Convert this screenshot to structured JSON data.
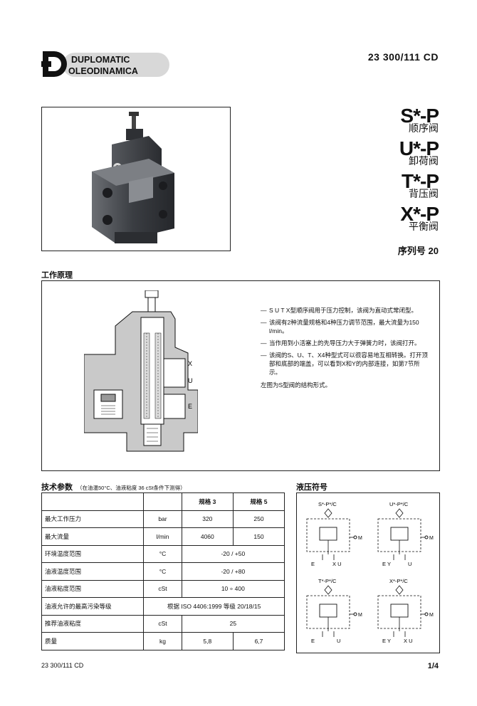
{
  "header": {
    "brand_line1": "DUPLOMATIC",
    "brand_line2": "OLEODINAMICA",
    "doc_number": "23 300/111 CD"
  },
  "valve_types": [
    {
      "code": "S*-P",
      "name": "顺序阀"
    },
    {
      "code": "U*-P",
      "name": "卸荷阀"
    },
    {
      "code": "T*-P",
      "name": "背压阀"
    },
    {
      "code": "X*-P",
      "name": "平衡阀"
    }
  ],
  "serial": "序列号 20",
  "operation": {
    "title": "工作原理",
    "ports": [
      "X",
      "U",
      "E"
    ],
    "items": [
      "S U T X型顺序阀用于压力控制，该阀为直动式常闭型。",
      "该阀有2种流量规格和4种压力调节范围，最大流量为150 l/min。",
      "当作用到小活塞上的先导压力大于弹簧力时，该阀打开。",
      "该阀的S、U、T、X4种型式可以很容易地互相转换。打开顶部和底部的端盖，可以看到X和Y的内部连接，如第7节所示。"
    ],
    "note": "左图为S型阀的结构形式。"
  },
  "specs": {
    "title": "技术参数",
    "note": "（在油温50°C、油液粘度 36 cSt条件下测得）",
    "col_size3": "规格  3",
    "col_size5": "规格 5",
    "rows": [
      {
        "label": "最大工作压力",
        "unit": "bar",
        "v3": "320",
        "v5": "250"
      },
      {
        "label": "最大流量",
        "unit": "l/min",
        "v3": "4060",
        "v5": "150"
      },
      {
        "label": "环境温度范围",
        "unit": "°C",
        "span": "-20 / +50"
      },
      {
        "label": "油液温度范围",
        "unit": "°C",
        "span": "-20 / +80"
      },
      {
        "label": "油液粘度范围",
        "unit": "cSt",
        "span": "10 ÷ 400"
      },
      {
        "label": "油液允许的最高污染等级",
        "unit": "",
        "span": "根据 ISO 4406:1999 等级 20/18/15"
      },
      {
        "label": "推荐油液粘度",
        "unit": "cSt",
        "span": "25"
      },
      {
        "label": "质量",
        "unit": "kg",
        "v3": "5,8",
        "v5": "6,7"
      }
    ]
  },
  "hydraulic": {
    "title": "液压符号",
    "symbols": [
      {
        "name": "S*-P*/C",
        "ports": [
          "E",
          "X U"
        ],
        "m": "M"
      },
      {
        "name": "U*-P*/C",
        "ports": [
          "E Y",
          "U"
        ],
        "m": "M"
      },
      {
        "name": "T*-P*/C",
        "ports": [
          "E",
          "U"
        ],
        "m": "M"
      },
      {
        "name": "X*-P*/C",
        "ports": [
          "E Y",
          "X U"
        ],
        "m": "M"
      }
    ]
  },
  "footer": {
    "doc_number": "23 300/111 CD",
    "page": "1/4"
  }
}
